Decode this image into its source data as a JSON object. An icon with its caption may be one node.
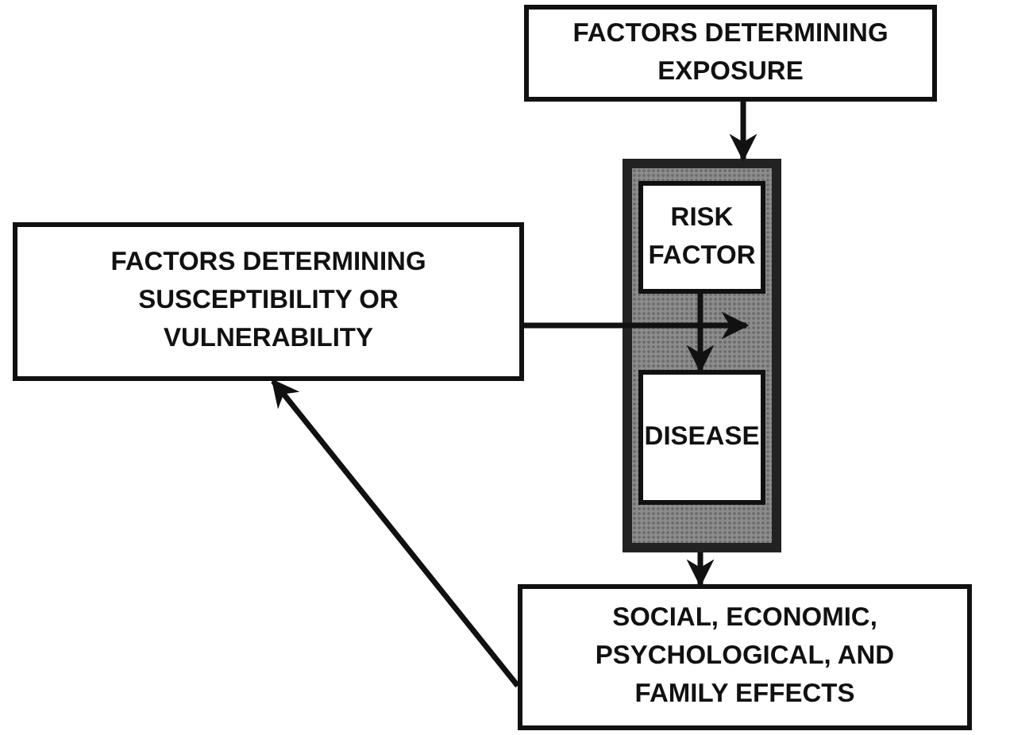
{
  "diagram": {
    "nodes": [
      {
        "text": [
          "FACTORS DETERMINING EXPOSURE"
        ]
      },
      {
        "text": [],
        "shape": "box"
      },
      {
        "text": [
          "RISK FACTOR"
        ],
        "in": 1
      },
      {
        "text": [
          "DISEASE"
        ],
        "in": 1
      },
      {
        "text": [
          "FACTORS DETERMINING SUSCEPTIBILITY OR VULNERABILITY"
        ]
      },
      {
        "text": [
          "SOCIAL, ECONOMIC, PSYCHOLOGICAL, AND FAMILY EFFECTS"
        ]
      }
    ],
    "edges": [
      {
        "from": 0,
        "to": 1,
        "arrow": "to"
      },
      {
        "from": 2,
        "to": 3,
        "arrow": "to"
      },
      {
        "from": 4,
        "to": 1,
        "arrow": "to"
      },
      {
        "from": 1,
        "to": 5,
        "arrow": "to"
      },
      {
        "from": 5,
        "to": 4,
        "arrow": "to"
      }
    ]
  }
}
